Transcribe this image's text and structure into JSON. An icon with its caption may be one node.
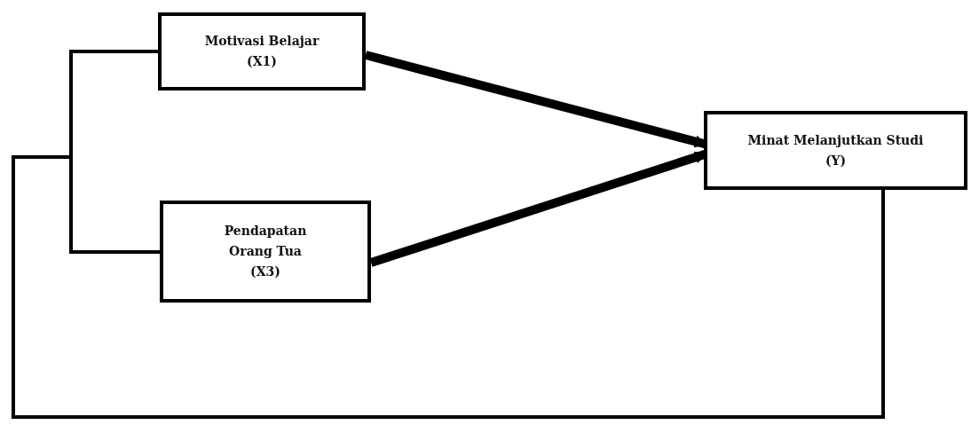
{
  "diagram": {
    "nodes": [
      {
        "text": [
          "Motivasi Belajar (X1)"
        ]
      },
      {
        "text": [
          "Pendapatan Orang Tua (X3)"
        ]
      },
      {
        "text": [
          "Minat Melanjutkan Studi (Y)"
        ]
      }
    ],
    "edges": [
      {
        "from": 0,
        "to": 2,
        "arrow": "to",
        "style": "thick"
      },
      {
        "from": 1,
        "to": 2,
        "arrow": "to",
        "style": "thick"
      },
      {
        "from": 0,
        "to": 2,
        "arrow": "none"
      },
      {
        "from": 1,
        "to": 2,
        "arrow": "none"
      }
    ]
  }
}
